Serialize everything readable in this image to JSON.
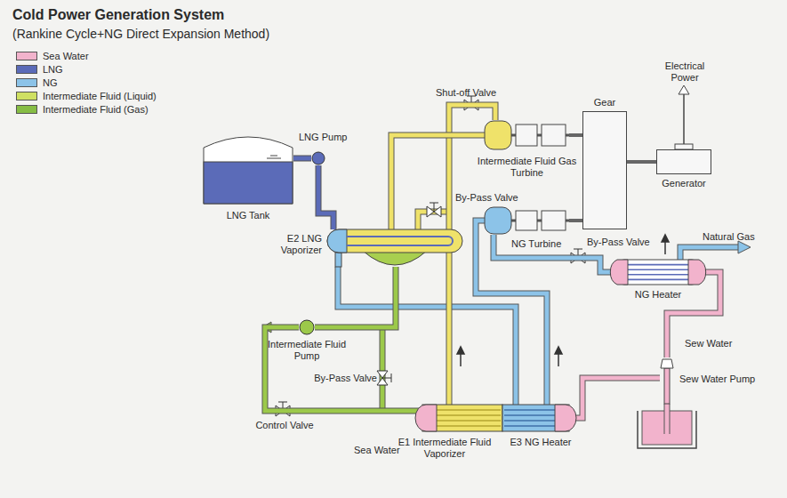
{
  "diagram": {
    "title": "Cold Power Generation System",
    "nodes": [
      {
        "text": [
          "LNG Tank"
        ]
      },
      {
        "text": [
          "LNG Pump"
        ]
      },
      {
        "text": [
          "E2 LNG Vaporizer"
        ]
      },
      {
        "text": [
          "Intermediate Fluid Gas Turbine"
        ]
      },
      {
        "text": [
          "NG Turbine"
        ]
      },
      {
        "text": [
          "Gear"
        ]
      },
      {
        "text": [
          "Generator"
        ]
      },
      {
        "text": [
          "NG Heater"
        ]
      },
      {
        "text": [
          "Intermediate Fluid Pump"
        ]
      },
      {
        "text": [
          "E1 Intermediate Fluid Vaporizer"
        ]
      },
      {
        "text": [
          "E3 NG Heater"
        ]
      },
      {
        "text": [
          "Sew Water Pump"
        ]
      }
    ],
    "edges": [
      {
        "from": 0,
        "to": 1,
        "arrow": "none"
      },
      {
        "from": 1,
        "to": 2,
        "arrow": "none"
      },
      {
        "from": 2,
        "to": 10,
        "arrow": "none"
      },
      {
        "from": 10,
        "to": 4,
        "arrow": "none"
      },
      {
        "from": 4,
        "to": 7,
        "arrow": "none"
      },
      {
        "from": 9,
        "to": 3,
        "arrow": "none"
      },
      {
        "from": 3,
        "to": 2,
        "arrow": "none"
      },
      {
        "from": 2,
        "to": 8,
        "arrow": "none"
      },
      {
        "from": 8,
        "to": 9,
        "arrow": "none"
      },
      {
        "from": 3,
        "to": 5,
        "arrow": "none"
      },
      {
        "from": 4,
        "to": 5,
        "arrow": "none"
      },
      {
        "from": 5,
        "to": 6,
        "arrow": "none"
      },
      {
        "from": 11,
        "to": 7,
        "arrow": "none"
      },
      {
        "from": 11,
        "to": 10,
        "arrow": "none"
      }
    ],
    "labels": [
      "(Rankine Cycle+NG Direct Expansion Method)",
      "Shut-off Valve",
      "Electrical Power",
      "By-Pass Valve",
      "By-Pass Valve",
      "Natural Gas",
      "Sew Water",
      "By-Pass Valve",
      "Control Valve",
      "Sea Water"
    ],
    "legend": [
      {
        "text": "Sea Water",
        "color": "#f2b3cc"
      },
      {
        "text": "LNG",
        "color": "#5b6bb8"
      },
      {
        "text": "NG",
        "color": "#8cc3e8"
      },
      {
        "text": "Intermediate Fluid (Liquid)",
        "color": "#cfe062"
      },
      {
        "text": "Intermediate Fluid (Gas)",
        "color": "#86bd45"
      }
    ]
  }
}
